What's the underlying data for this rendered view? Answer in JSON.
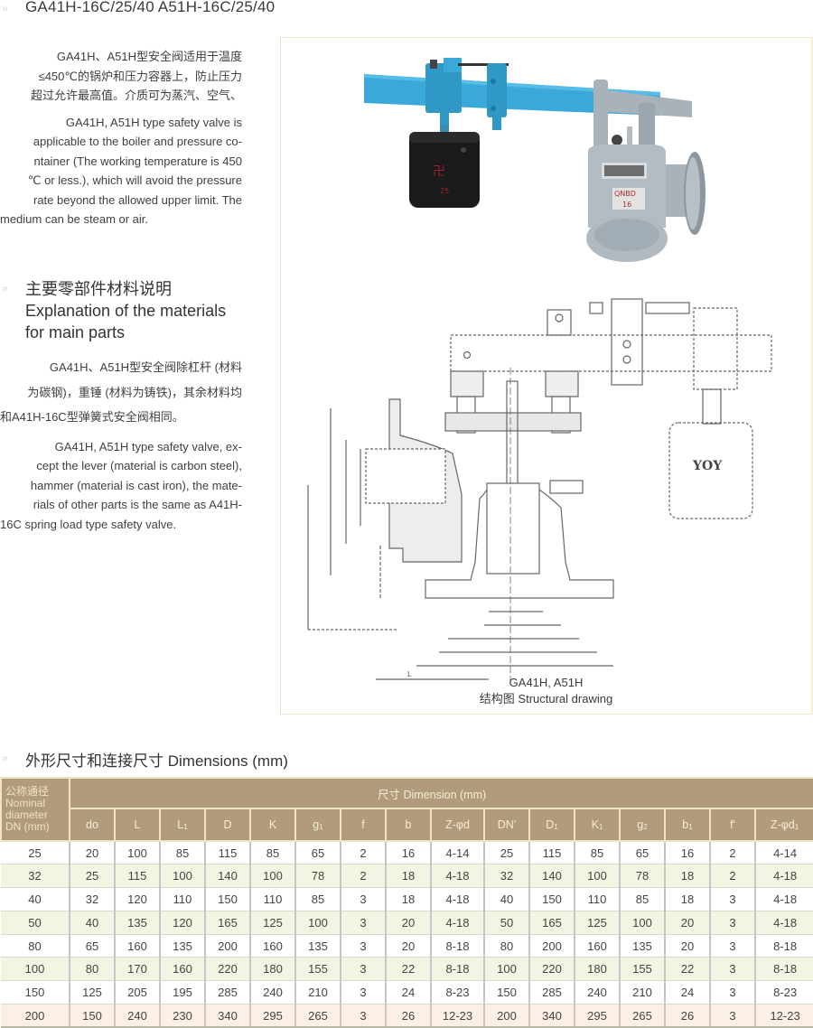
{
  "header": {
    "title": "GA41H-16C/25/40  A51H-16C/25/40"
  },
  "intro": {
    "zh": "GA41H、A51H型安全阀适用于温度≤450℃的锅炉和压力容器上，防止压力超过允许最高值。介质可为蒸汽、空气、",
    "zh_line1": "GA41H、A51H型安全阀适用于温度",
    "zh_line2": "≤450℃的锅炉和压力容器上，防止压力",
    "zh_line3": "超过允许最高值。介质可为蒸汽、空气、",
    "en_line1": "GA41H, A51H type safety valve is",
    "en_line2": "applicable to the boiler and pressure co-",
    "en_line3": "ntainer (The working temperature is 450",
    "en_line4": "℃ or less.), which will avoid the pressure",
    "en_line5": "rate beyond the allowed upper limit. The",
    "en_line6": "medium can be steam or air."
  },
  "materials": {
    "title_zh": "主要零部件材料说明",
    "title_en_line1": "Explanation of the materials",
    "title_en_line2": "for main parts",
    "zh_line1": "GA41H、A51H型安全阀除杠杆 (材料",
    "zh_line2": "为碳钢)，重锤 (材料为铸铁)，其余材料均",
    "zh_line3": "和A41H-16C型弹簧式安全阀相同。",
    "en_line1": "GA41H, A51H type safety valve, ex-",
    "en_line2": "cept the lever (material is carbon steel),",
    "en_line3": "hammer (material is cast iron), the mate-",
    "en_line4": "rials of other parts is the same as A41H-",
    "en_line5": "16C spring load type safety valve."
  },
  "figure": {
    "photo_label_plate": "QNBD",
    "photo_label_pn": "16",
    "weight_mark": "YOY",
    "caption_line1": "GA41H, A51H",
    "caption_line2": "结构图 Structural drawing"
  },
  "dimensions": {
    "title": "外形尺寸和连接尺寸 Dimensions (mm)",
    "dn_header_zh": "公称通径",
    "dn_header_en1": "Nominal",
    "dn_header_en2": "diameter",
    "dn_header_en3": "DN (mm)",
    "group_header": "尺寸 Dimension (mm)",
    "columns": [
      {
        "base": "do",
        "sub": ""
      },
      {
        "base": "L",
        "sub": ""
      },
      {
        "base": "L",
        "sub": "1"
      },
      {
        "base": "D",
        "sub": ""
      },
      {
        "base": "K",
        "sub": ""
      },
      {
        "base": "g",
        "sub": "1"
      },
      {
        "base": "f",
        "sub": ""
      },
      {
        "base": "b",
        "sub": ""
      },
      {
        "base": "Z-φd",
        "sub": ""
      },
      {
        "base": "DN'",
        "sub": ""
      },
      {
        "base": "D",
        "sub": "1"
      },
      {
        "base": "K",
        "sub": "1"
      },
      {
        "base": "g",
        "sub": "2"
      },
      {
        "base": "b",
        "sub": "1"
      },
      {
        "base": "f'",
        "sub": ""
      },
      {
        "base": "Z-φd",
        "sub": "1"
      }
    ],
    "rows": [
      [
        "25",
        "20",
        "100",
        "85",
        "115",
        "85",
        "65",
        "2",
        "16",
        "4-14",
        "25",
        "115",
        "85",
        "65",
        "16",
        "2",
        "4-14"
      ],
      [
        "32",
        "25",
        "115",
        "100",
        "140",
        "100",
        "78",
        "2",
        "18",
        "4-18",
        "32",
        "140",
        "100",
        "78",
        "18",
        "2",
        "4-18"
      ],
      [
        "40",
        "32",
        "120",
        "110",
        "150",
        "110",
        "85",
        "3",
        "18",
        "4-18",
        "40",
        "150",
        "110",
        "85",
        "18",
        "3",
        "4-18"
      ],
      [
        "50",
        "40",
        "135",
        "120",
        "165",
        "125",
        "100",
        "3",
        "20",
        "4-18",
        "50",
        "165",
        "125",
        "100",
        "20",
        "3",
        "4-18"
      ],
      [
        "80",
        "65",
        "160",
        "135",
        "200",
        "160",
        "135",
        "3",
        "20",
        "8-18",
        "80",
        "200",
        "160",
        "135",
        "20",
        "3",
        "8-18"
      ],
      [
        "100",
        "80",
        "170",
        "160",
        "220",
        "180",
        "155",
        "3",
        "22",
        "8-18",
        "100",
        "220",
        "180",
        "155",
        "22",
        "3",
        "8-18"
      ],
      [
        "150",
        "125",
        "205",
        "195",
        "285",
        "240",
        "210",
        "3",
        "24",
        "8-23",
        "150",
        "285",
        "240",
        "210",
        "24",
        "3",
        "8-23"
      ],
      [
        "200",
        "150",
        "240",
        "230",
        "340",
        "295",
        "265",
        "3",
        "26",
        "12-23",
        "200",
        "340",
        "295",
        "265",
        "26",
        "3",
        "12-23"
      ]
    ]
  },
  "colors": {
    "table_header_bg": "#b19b7c",
    "table_header_text": "#f6ecd8",
    "row_alt_bg": "#f4f4e2",
    "lever_blue": "#3aa8d8",
    "valve_grey": "#aab4bc"
  }
}
